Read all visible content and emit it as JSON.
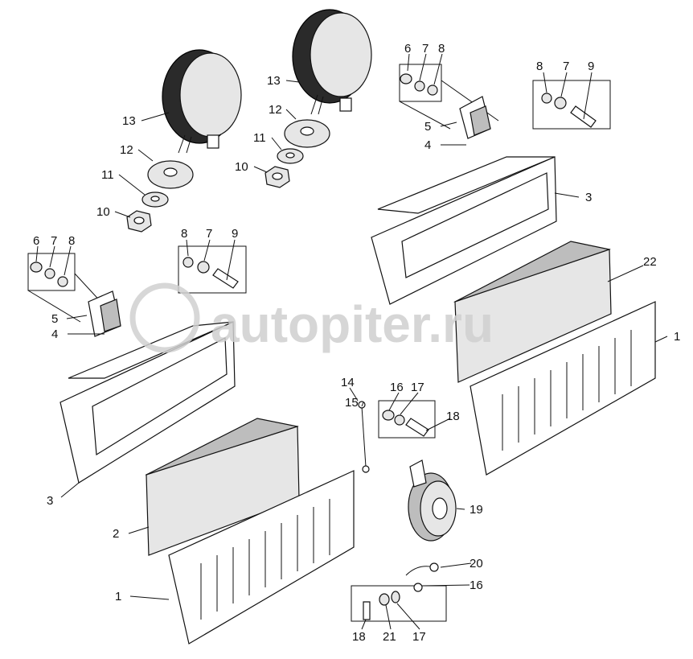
{
  "watermark": "autopiter.ru",
  "labels": [
    "13",
    "13",
    "12",
    "12",
    "11",
    "11",
    "10",
    "10",
    "6",
    "7",
    "8",
    "5",
    "4",
    "8",
    "7",
    "9",
    "3",
    "22",
    "1",
    "6",
    "7",
    "8",
    "5",
    "4",
    "8",
    "7",
    "9",
    "3",
    "2",
    "1",
    "14",
    "15",
    "16",
    "17",
    "18",
    "19",
    "20",
    "16",
    "18",
    "21",
    "17"
  ]
}
